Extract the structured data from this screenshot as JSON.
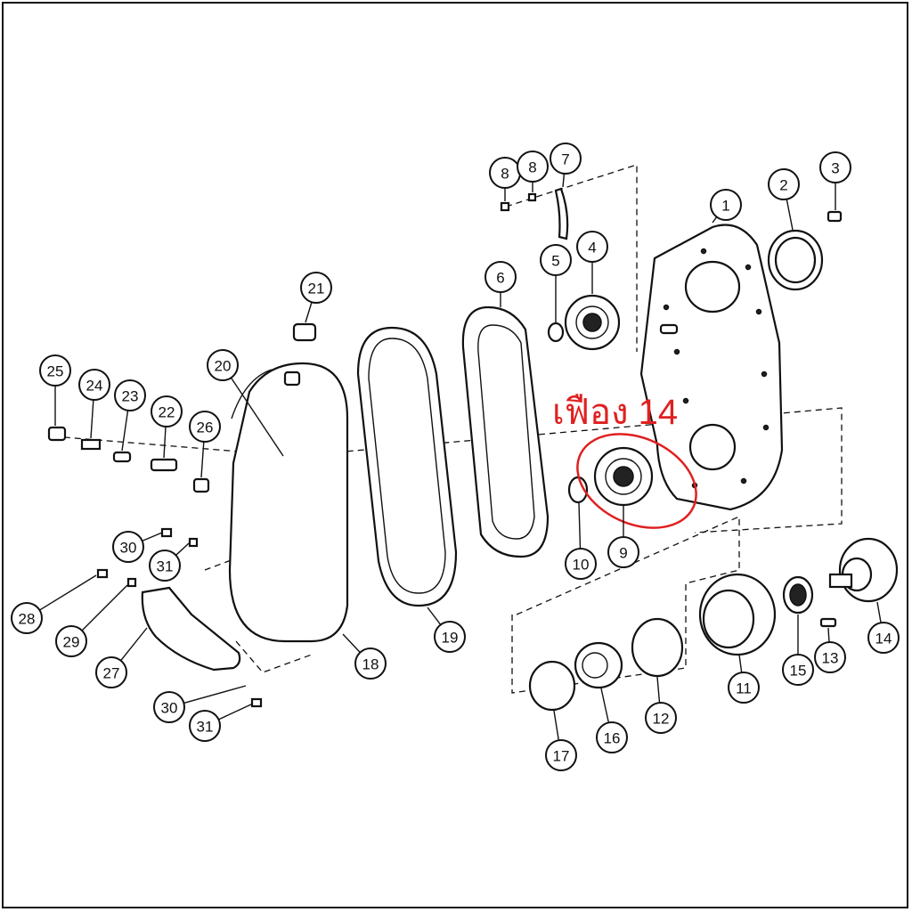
{
  "annotation": {
    "text": "เฟือง 14",
    "color": "#e02020"
  },
  "callouts": [
    {
      "label": "1"
    },
    {
      "label": "2"
    },
    {
      "label": "3"
    },
    {
      "label": "4"
    },
    {
      "label": "5"
    },
    {
      "label": "6"
    },
    {
      "label": "7"
    },
    {
      "label": "8"
    },
    {
      "label": "8"
    },
    {
      "label": "9"
    },
    {
      "label": "10"
    },
    {
      "label": "11"
    },
    {
      "label": "12"
    },
    {
      "label": "13"
    },
    {
      "label": "14"
    },
    {
      "label": "15"
    },
    {
      "label": "16"
    },
    {
      "label": "17"
    },
    {
      "label": "18"
    },
    {
      "label": "19"
    },
    {
      "label": "20"
    },
    {
      "label": "21"
    },
    {
      "label": "22"
    },
    {
      "label": "23"
    },
    {
      "label": "24"
    },
    {
      "label": "25"
    },
    {
      "label": "26"
    },
    {
      "label": "27"
    },
    {
      "label": "28"
    },
    {
      "label": "29"
    },
    {
      "label": "30"
    },
    {
      "label": "31"
    },
    {
      "label": "30"
    },
    {
      "label": "31"
    }
  ]
}
